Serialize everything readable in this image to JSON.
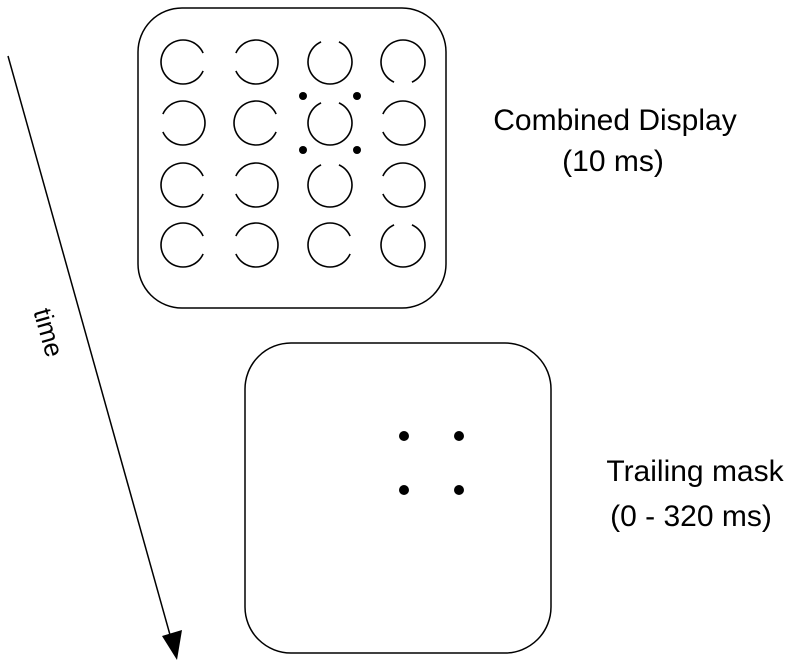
{
  "colors": {
    "ink": "#000000",
    "background": "#ffffff"
  },
  "time_axis": {
    "label": "time",
    "icon": "arrow-down-right-icon"
  },
  "frames": [
    {
      "id": "combined",
      "title": "Combined Display",
      "duration": "(10 ms)",
      "grid": {
        "rows": 4,
        "cols": 4,
        "gap_direction_per_ring": [
          [
            "right",
            "left",
            "up",
            "down"
          ],
          [
            "left",
            "right",
            "up",
            "left"
          ],
          [
            "right",
            "left",
            "up",
            "left"
          ],
          [
            "right",
            "left",
            "right",
            "up"
          ]
        ]
      },
      "target_marker": {
        "row": 2,
        "col": 3,
        "dots": 4
      }
    },
    {
      "id": "mask",
      "title": "Trailing mask",
      "duration": "(0 - 320 ms)",
      "dots": 4
    }
  ]
}
